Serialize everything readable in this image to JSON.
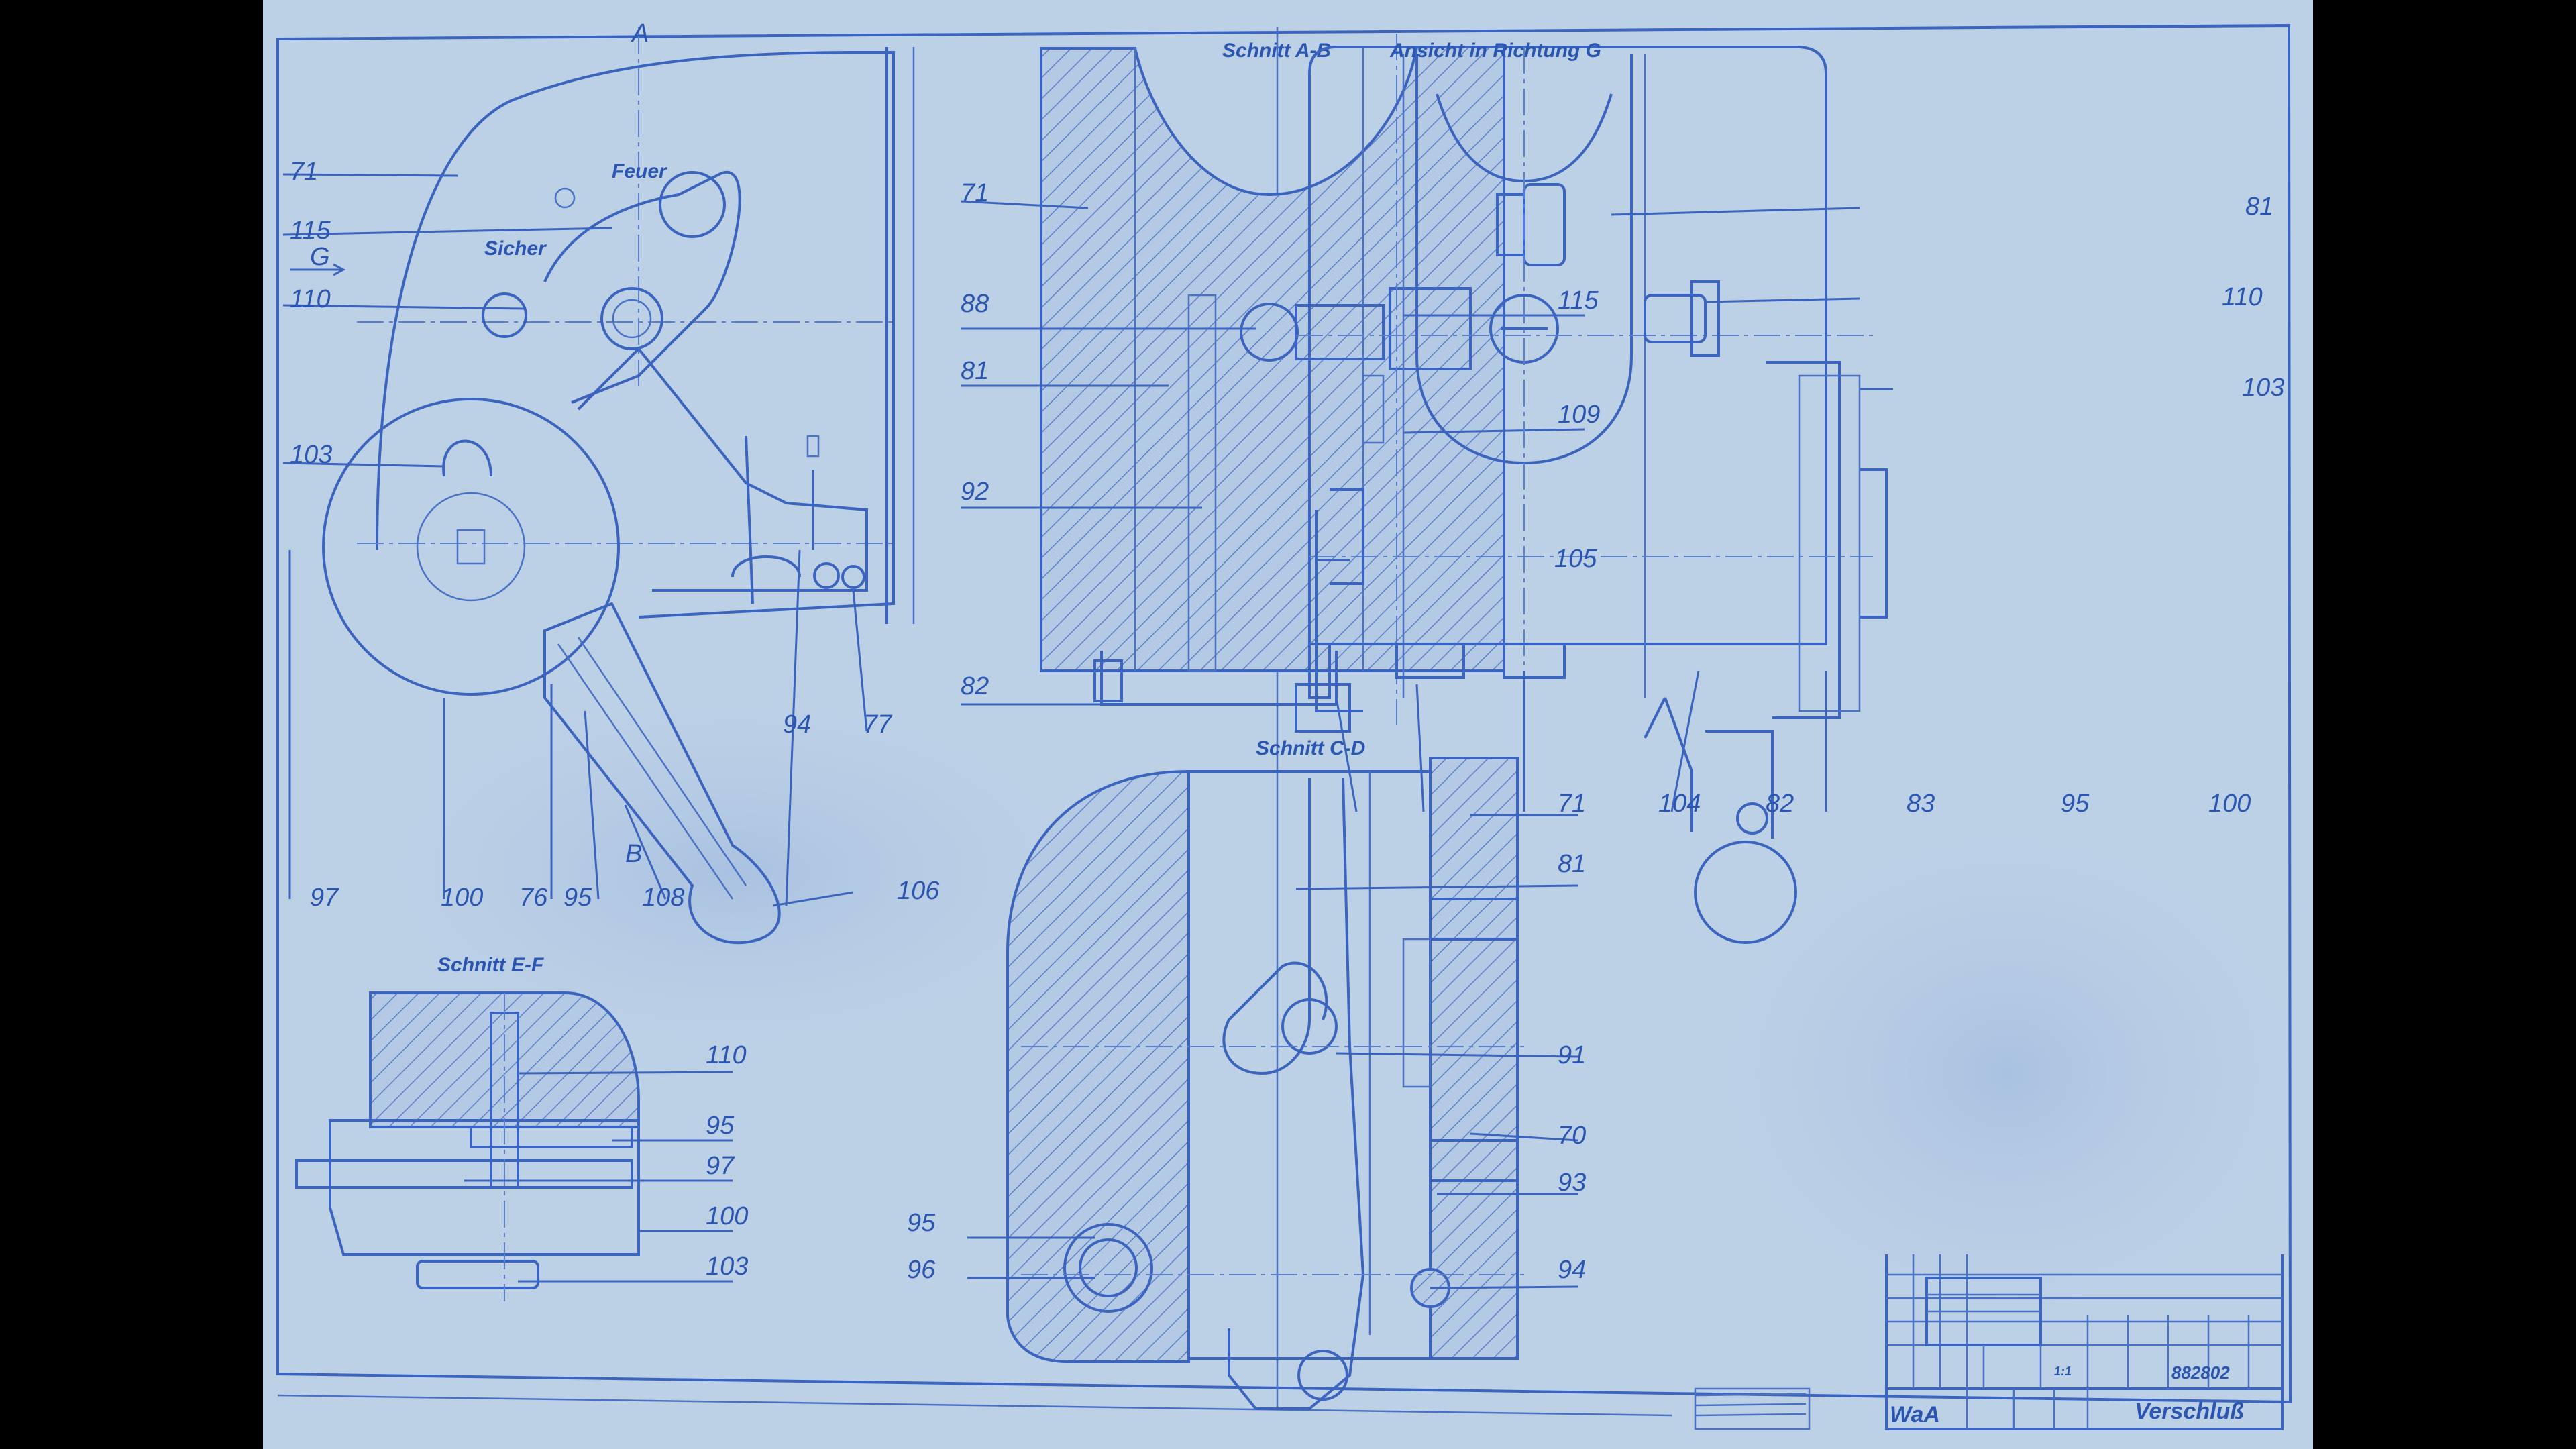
{
  "drawing": {
    "views": {
      "side": {
        "marker_a": "A",
        "marker_g": "G",
        "marker_b": "B",
        "feuer": "Feuer",
        "sicher": "Sicher",
        "labels": [
          "71",
          "115",
          "110",
          "103",
          "97",
          "100",
          "76",
          "95",
          "108",
          "106",
          "94",
          "77"
        ]
      },
      "section_ab": {
        "title": "Schnitt A-B",
        "labels": [
          "71",
          "88",
          "81",
          "92",
          "82",
          "115",
          "109"
        ]
      },
      "view_g": {
        "title": "Ansicht in Richtung G",
        "labels": [
          "81",
          "110",
          "103",
          "105",
          "104",
          "82",
          "83",
          "95",
          "100"
        ]
      },
      "section_cd": {
        "title": "Schnitt C-D",
        "labels": [
          "71",
          "81",
          "91",
          "70",
          "93",
          "94",
          "95",
          "96"
        ]
      },
      "section_ef": {
        "title": "Schnitt E-F",
        "labels": [
          "110",
          "95",
          "97",
          "100",
          "103"
        ]
      }
    },
    "title_block": {
      "org": "WaA",
      "drawing_title": "Verschluß",
      "drawing_number": "882802",
      "scale": "1:1"
    }
  },
  "colors": {
    "paper": "#bcd0e6",
    "ink": "#3a64bd"
  }
}
